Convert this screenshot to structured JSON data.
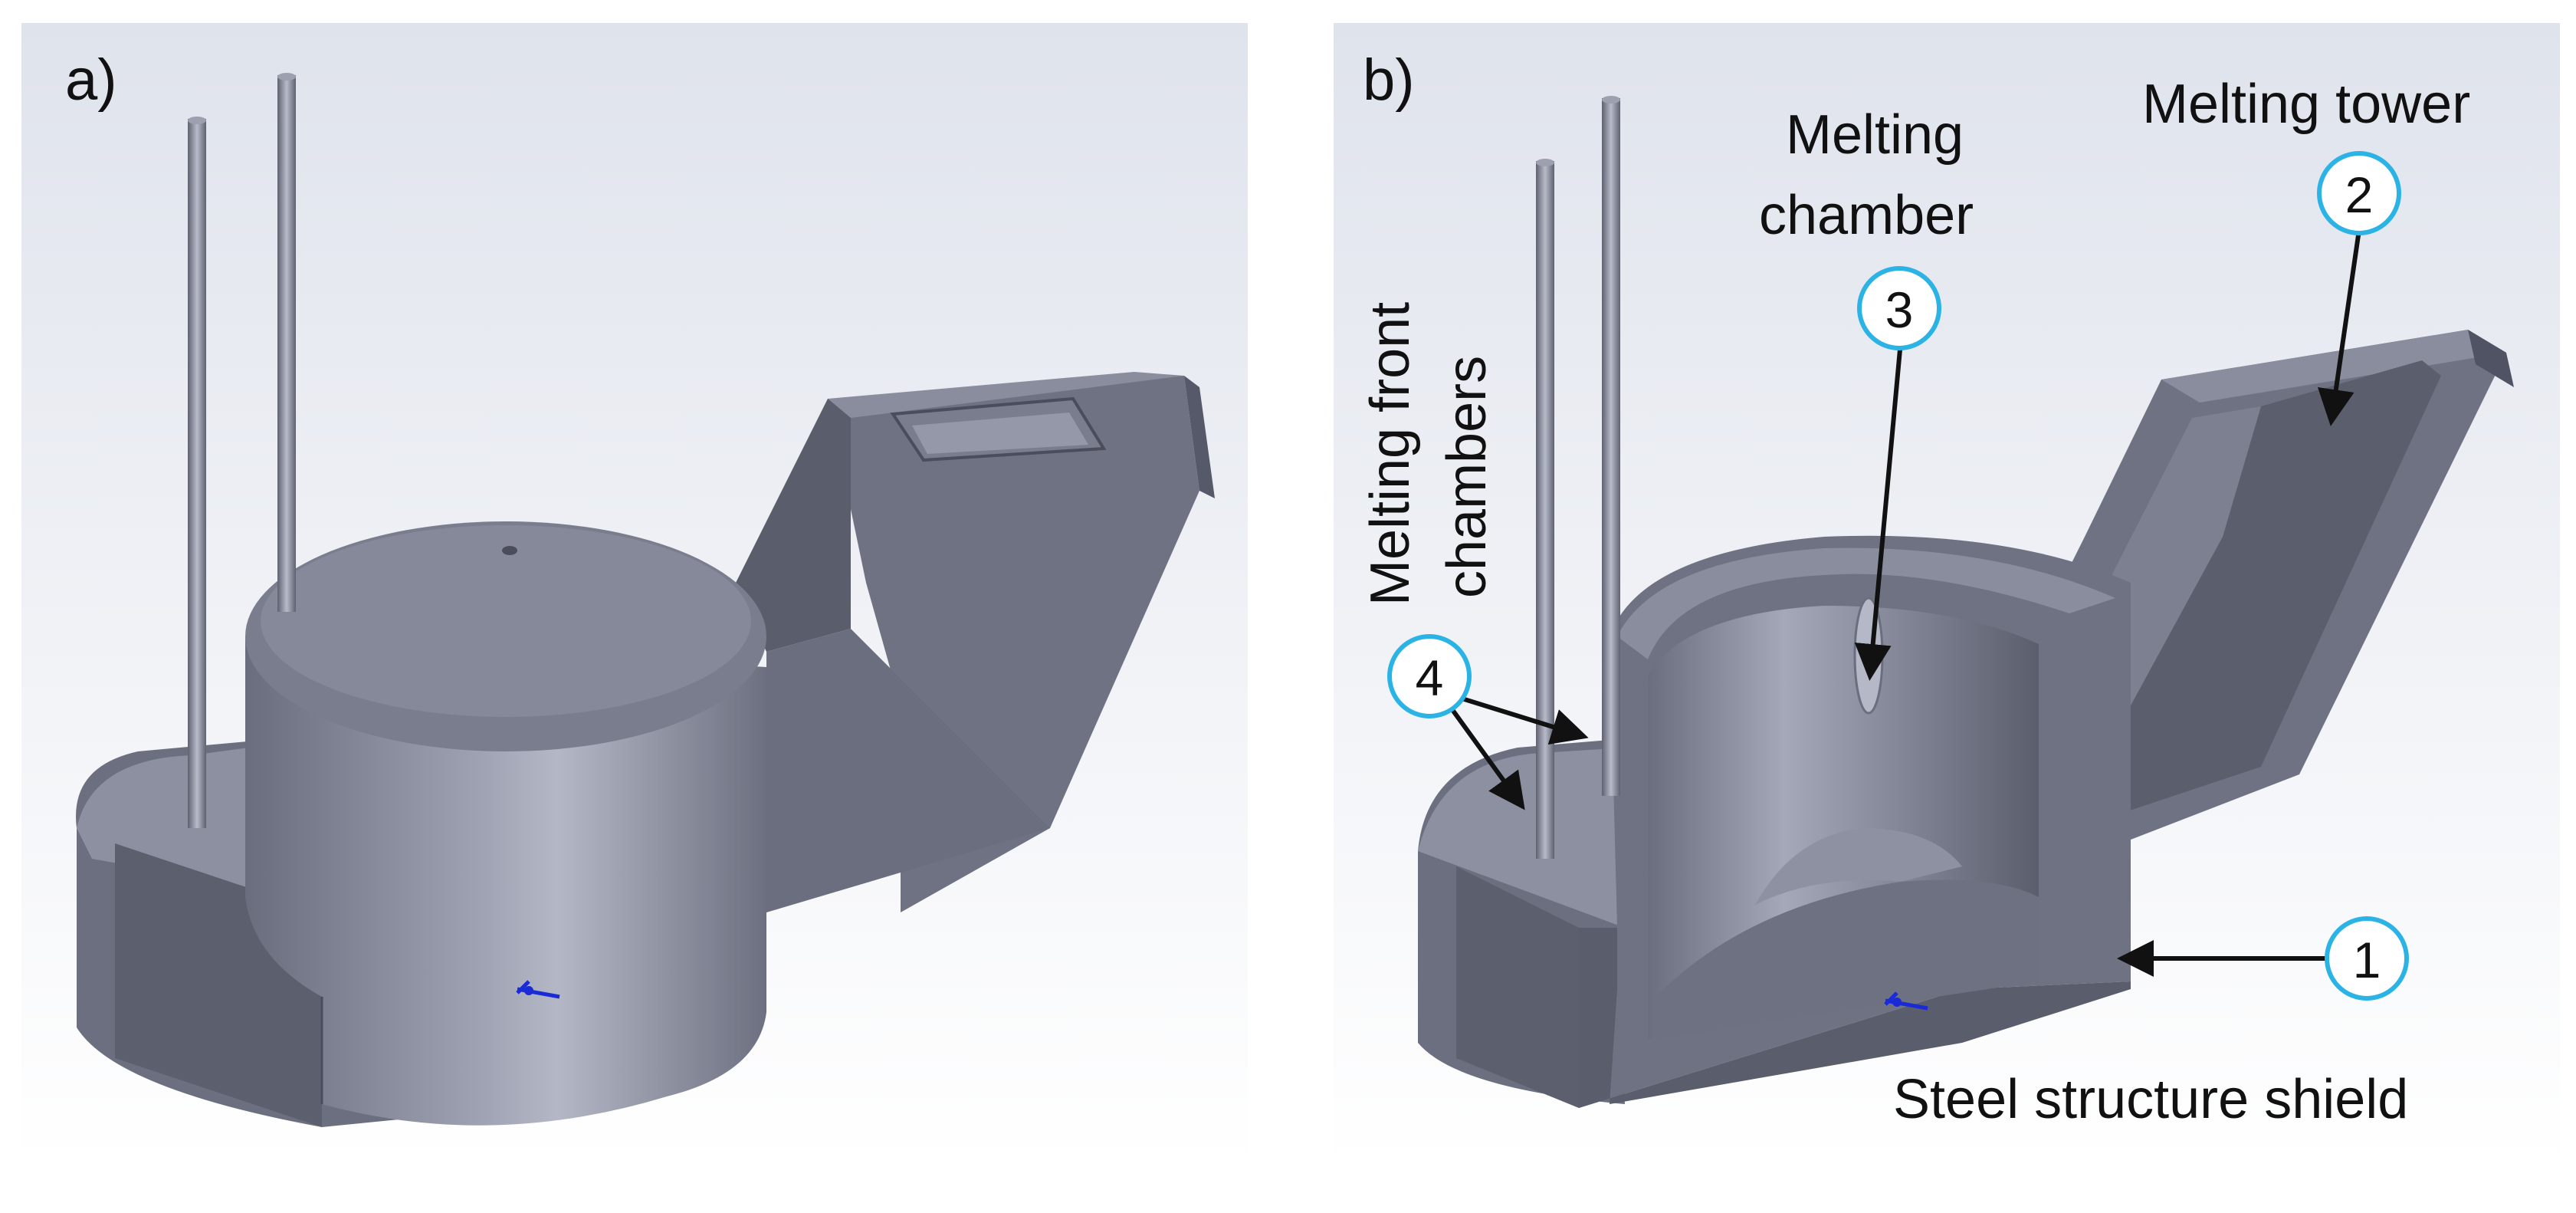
{
  "panels": {
    "a": {
      "label": "a)"
    },
    "b": {
      "label": "b)"
    }
  },
  "annotations": {
    "melting_tower": "Melting tower",
    "melting_chamber_line1": "Melting",
    "melting_chamber_line2": "chamber",
    "front_chambers_line1": "Melting front",
    "front_chambers_line2": "chambers",
    "steel_shield": "Steel structure shield"
  },
  "callouts": {
    "one": "1",
    "two": "2",
    "three": "3",
    "four": "4"
  },
  "colors": {
    "background_gradient_top": "#dfe3ec",
    "background_gradient_bottom": "#ffffff",
    "model_face_dark": "#5f6272",
    "model_face_mid": "#7b7e8f",
    "model_face_light": "#a9acbb",
    "callout_ring": "#2bb3e6",
    "triad_marker": "#1a2bd6"
  },
  "icons": {
    "triad": "coordinate-triad-icon"
  }
}
